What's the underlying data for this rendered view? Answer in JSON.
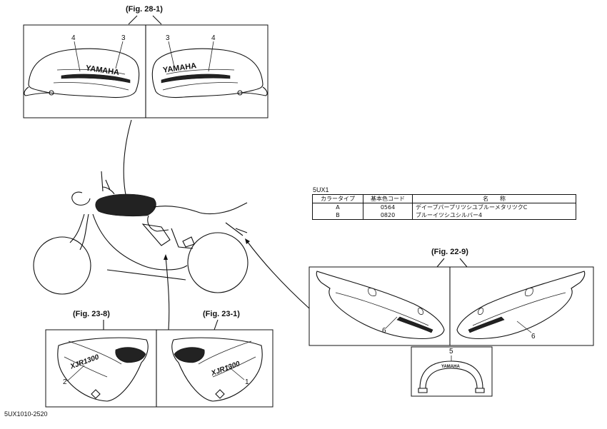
{
  "figure_refs": {
    "tank": "(Fig. 28-1)",
    "side_left": "(Fig. 23-8)",
    "side_right": "(Fig. 23-1)",
    "tail": "(Fig. 22-9)"
  },
  "part_numbers": {
    "tank_left_stripe": "4",
    "tank_left_emblem": "3",
    "tank_right_emblem": "3",
    "tank_right_stripe": "4",
    "side_left_part": "2",
    "side_right_part": "1",
    "tail_left_part": "6",
    "tail_right_part": "6",
    "grab_bar_part": "5"
  },
  "brand_marks": {
    "tank_left": "YAMAHA",
    "tank_right": "YAMAHA",
    "grab_bar": "YAMAHA",
    "side_cover": "XJR1300"
  },
  "color_table": {
    "title": "5UX1",
    "headers": [
      "カラータイプ",
      "基本色コード",
      "名　　称"
    ],
    "rows": [
      {
        "type": "A",
        "code": "0564",
        "name": "デイープパープリツシユブルーメタリツクC"
      },
      {
        "type": "B",
        "code": "0820",
        "name": "ブルーイツシユシルバー4"
      }
    ]
  },
  "drawing_code": "5UX1010-2520"
}
